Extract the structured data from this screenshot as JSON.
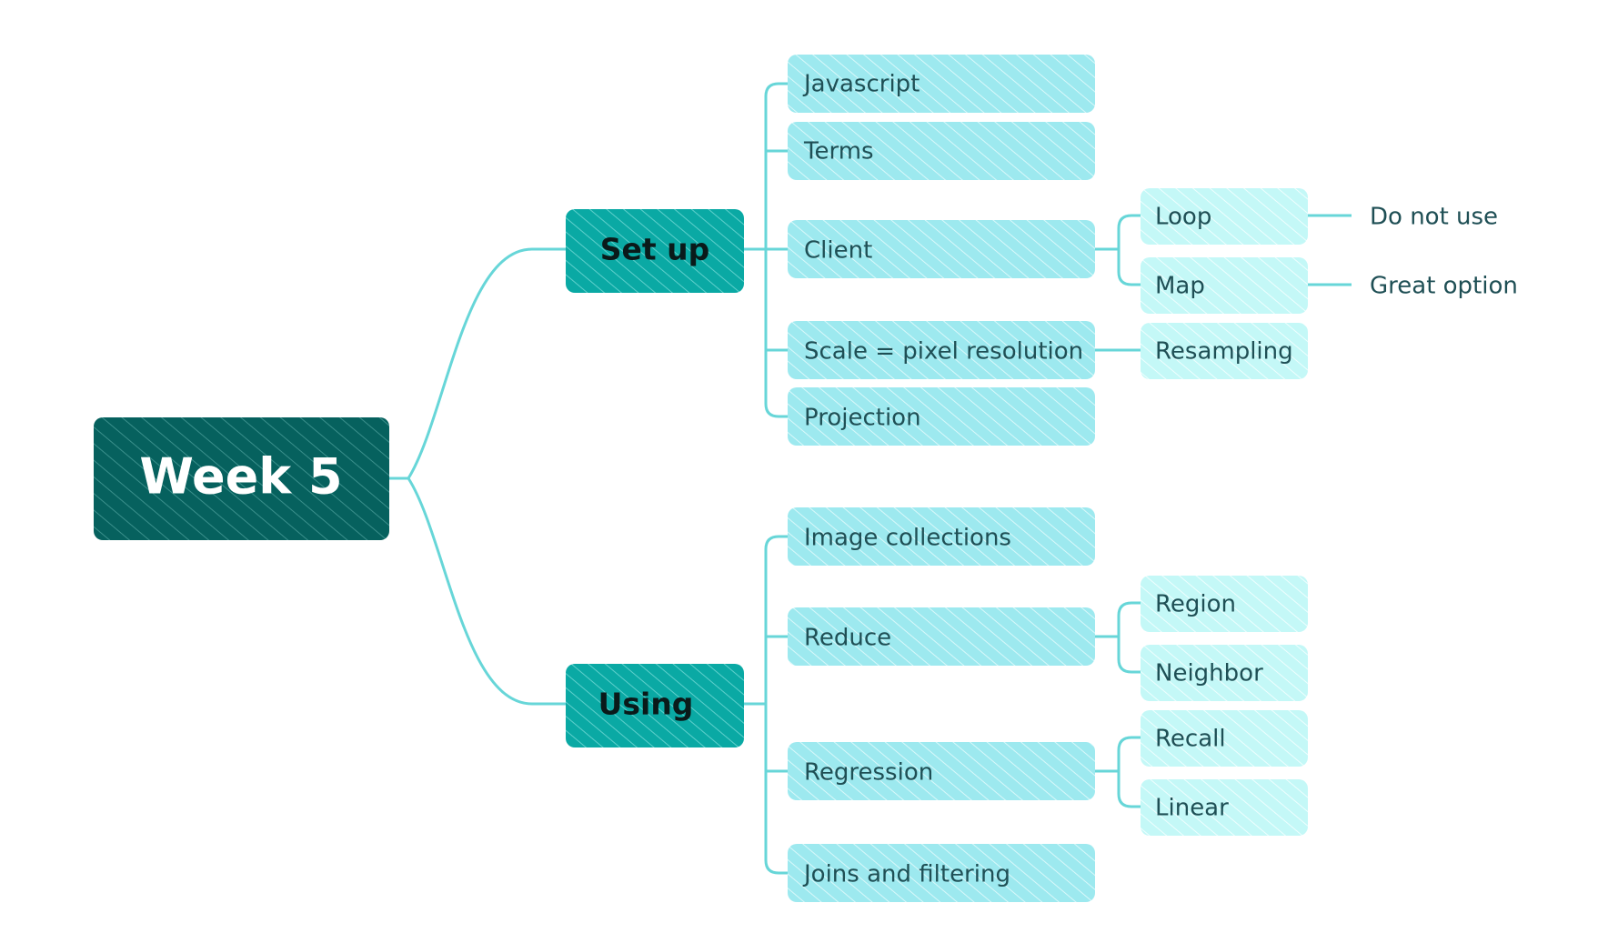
{
  "root": {
    "label": "Week 5",
    "fill": "#06615e",
    "hatch": "#3a8f8b"
  },
  "colors": {
    "main_fill": "#0aa9a4",
    "main_hatch": "#5fd0cc",
    "sub_fill": "#9de9ef",
    "sub_hatch": "#d9f8fa",
    "sub2_fill": "#c4f8f7",
    "sub2_hatch": "#eefefe",
    "line": "#67d6d8"
  },
  "branches": [
    {
      "label": "Set up",
      "children": [
        {
          "label": "Javascript"
        },
        {
          "label": "Terms"
        },
        {
          "label": "Client",
          "children": [
            {
              "label": "Loop",
              "children": [
                {
                  "label": "Do not use"
                }
              ]
            },
            {
              "label": "Map",
              "children": [
                {
                  "label": "Great option"
                }
              ]
            }
          ]
        },
        {
          "label": "Scale = pixel resolution",
          "children": [
            {
              "label": "Resampling"
            }
          ]
        },
        {
          "label": "Projection"
        }
      ]
    },
    {
      "label": "Using",
      "children": [
        {
          "label": "Image collections"
        },
        {
          "label": "Reduce",
          "children": [
            {
              "label": "Region"
            },
            {
              "label": "Neighbor"
            }
          ]
        },
        {
          "label": "Regression",
          "children": [
            {
              "label": "Recall"
            },
            {
              "label": "Linear"
            }
          ]
        },
        {
          "label": "Joins and filtering"
        }
      ]
    }
  ]
}
